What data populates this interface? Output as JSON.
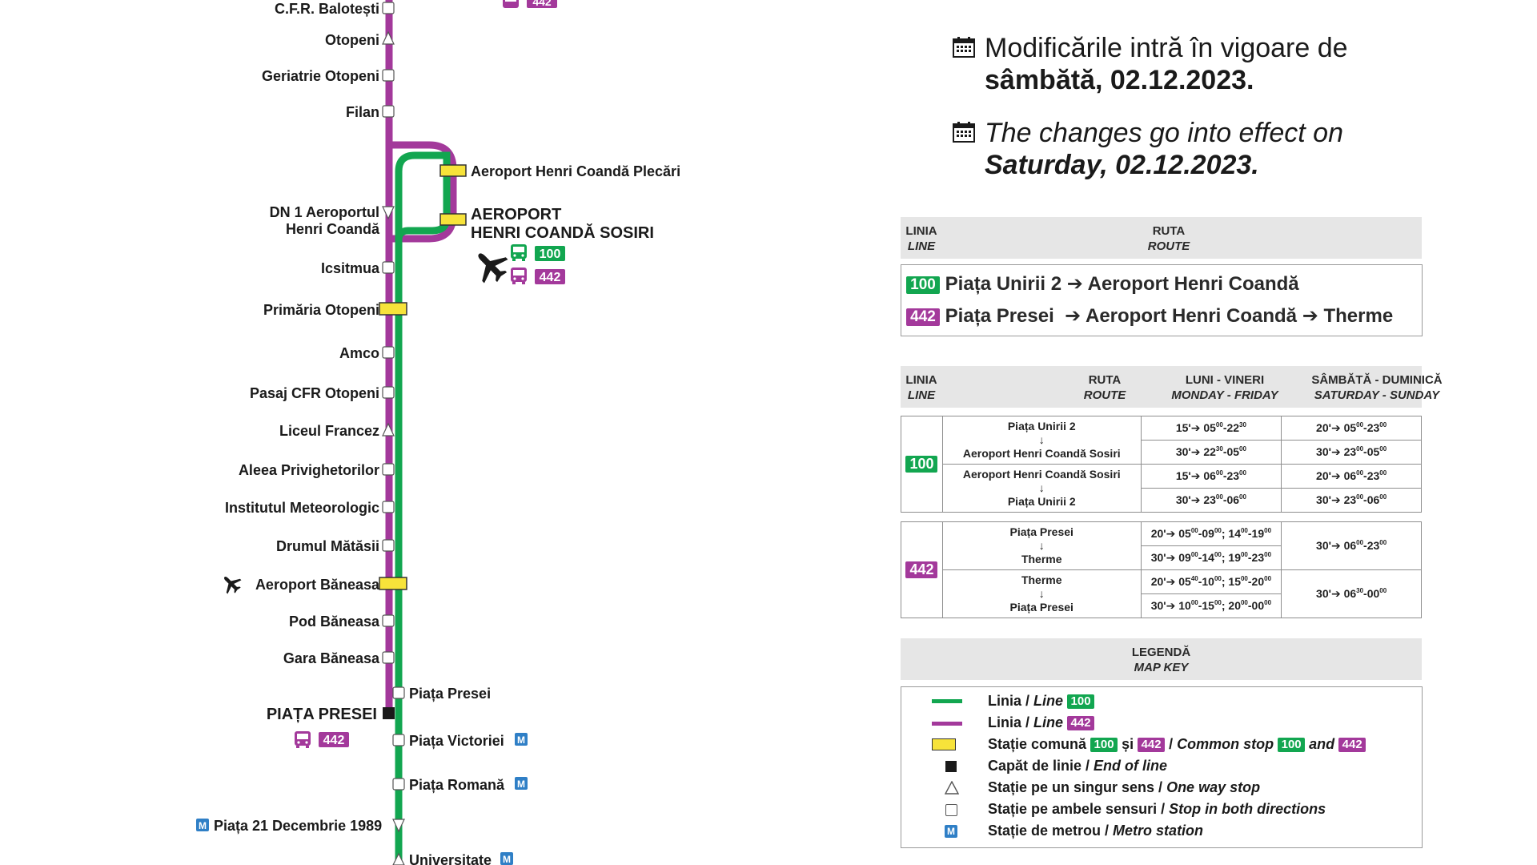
{
  "colors": {
    "line100": "#12a650",
    "line442": "#a3399b",
    "common_stop": "#f7e33a",
    "metro": "#2f7fc6"
  },
  "lines": {
    "l100": "100",
    "l442": "442",
    "metro": "M"
  },
  "map": {
    "stops_left": [
      "C.F.R. Balotești",
      "Otopeni",
      "Geriatrie Otopeni",
      "Filan",
      "DN 1 Aeroportul",
      "Henri Coandă",
      "Icsitmua",
      "Primăria Otopeni",
      "Amco",
      "Pasaj CFR Otopeni",
      "Liceul Francez",
      "Aleea Privighetorilor",
      "Institutul Meteorologic",
      "Drumul Mătăsii",
      "Aeroport Băneasa",
      "Pod Băneasa",
      "Gara Băneasa",
      "PIAȚA PRESEI"
    ],
    "stops_right": [
      "Piața Presei",
      "Piața Victoriei",
      "Piața Romană",
      "Universitate"
    ],
    "stop_p21": "Piața 21 Decembrie 1989",
    "airport_departures": "Aeroport Henri Coandă Plecări",
    "airport_arrivals_1": "AEROPORT",
    "airport_arrivals_2": "HENRI COANDĂ SOSIRI",
    "icons": [
      "bus-icon",
      "airplane-icon",
      "metro-icon"
    ]
  },
  "notice": {
    "ro_text": "Modificările intră în vigoare de",
    "ro_day": "sâmbătă",
    "ro_date": ", 02.12.2023.",
    "en_text": "The changes go into effect on",
    "en_day": "Saturday",
    "en_date": ", 02.12.2023."
  },
  "routes_table": {
    "col_line": "LINIA",
    "col_line_en": "LINE",
    "col_route": "RUTA",
    "col_route_en": "ROUTE",
    "r100_from": "Piața Unirii 2",
    "r100_to": "Aeroport Henri Coandă",
    "r442_from": "Piața Presei",
    "r442_mid": "Aeroport Henri Coandă",
    "r442_to": "Therme"
  },
  "schedule": {
    "col_line": "LINIA",
    "col_line_en": "LINE",
    "col_route": "RUTA",
    "col_route_en": "ROUTE",
    "col_weekday": "LUNI - VINERI",
    "col_weekday_en": "MONDAY - FRIDAY",
    "col_weekend": "SÂMBĂTĂ - DUMINICĂ",
    "col_weekend_en": "SATURDAY - SUNDAY",
    "stop_unirii": "Piața Unirii 2",
    "stop_sosiri": "Aeroport Henri Coandă Sosiri",
    "stop_presei": "Piața Presei",
    "stop_therme": "Therme"
  },
  "legend": {
    "title": "LEGENDĂ",
    "title_en": "MAP KEY",
    "line_ro": "Linia",
    "line_en": "Line",
    "common_ro": "Stație comună",
    "and_ro": "și",
    "common_en": "Common stop",
    "and_en": "and",
    "end_ro": "Capăt de linie",
    "end_en": "End of line",
    "oneway_ro": "Stație pe un singur sens",
    "oneway_en": "One way stop",
    "both_ro": "Stație pe ambele sensuri",
    "both_en": "Stop in both directions",
    "metro_ro": "Stație de metrou",
    "metro_en": "Metro station"
  }
}
